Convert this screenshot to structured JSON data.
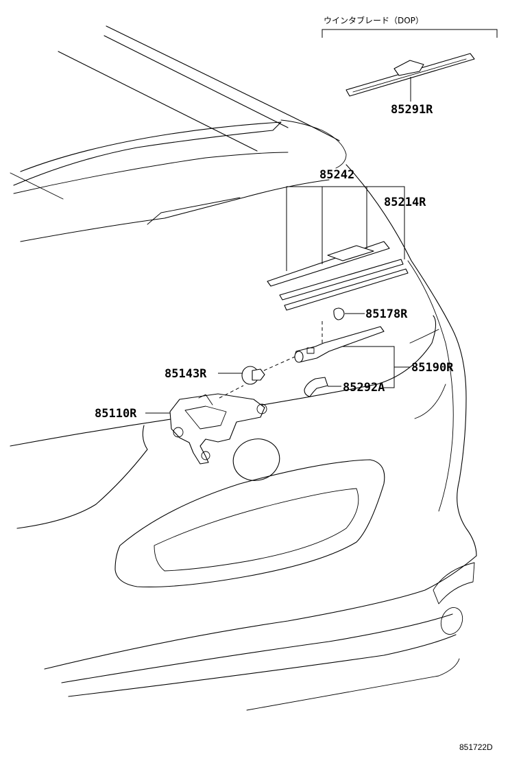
{
  "option_label": "ウインタブレード（DOP）",
  "parts": {
    "p85291R": "85291R",
    "p85242": "85242",
    "p85214R": "85214R",
    "p85178R": "85178R",
    "p85190R": "85190R",
    "p85143R": "85143R",
    "p85292A": "85292A",
    "p85110R": "85110R"
  },
  "diagram_ref": "851722D"
}
